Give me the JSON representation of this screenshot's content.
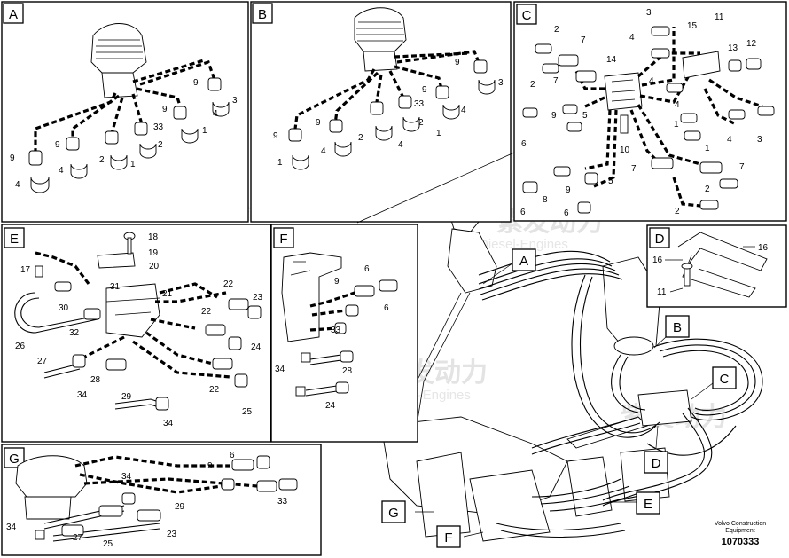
{
  "panels": {
    "A": {
      "tag": "A",
      "labels": [
        "9",
        "3",
        "9",
        "4",
        "33",
        "2",
        "1",
        "9",
        "9",
        "4",
        "2",
        "4",
        "1"
      ]
    },
    "B": {
      "tag": "B",
      "labels": [
        "9",
        "3",
        "9",
        "4",
        "33",
        "2",
        "1",
        "9",
        "9",
        "1",
        "4",
        "2",
        "4"
      ]
    },
    "C": {
      "tag": "C",
      "labels": [
        "3",
        "11",
        "2",
        "7",
        "4",
        "15",
        "13",
        "12",
        "14",
        "2",
        "7",
        "4",
        "9",
        "5",
        "6",
        "10",
        "4",
        "1",
        "4",
        "3",
        "1",
        "7",
        "5",
        "7",
        "8",
        "9",
        "2",
        "6",
        "6",
        "2"
      ]
    },
    "D": {
      "tag": "D",
      "labels": [
        "16",
        "16",
        "11"
      ]
    },
    "E": {
      "tag": "E",
      "labels": [
        "18",
        "19",
        "17",
        "20",
        "31",
        "21",
        "22",
        "23",
        "30",
        "22",
        "26",
        "32",
        "24",
        "27",
        "22",
        "34",
        "28",
        "29",
        "25",
        "34"
      ]
    },
    "F": {
      "tag": "F",
      "labels": [
        "6",
        "9",
        "6",
        "33",
        "34",
        "28",
        "24"
      ]
    },
    "G": {
      "tag": "G",
      "labels": [
        "6",
        "9",
        "34",
        "29",
        "33",
        "34",
        "27",
        "25",
        "23"
      ]
    }
  },
  "overview_tags": [
    "A",
    "B",
    "C",
    "D",
    "E",
    "F",
    "G"
  ],
  "watermark": {
    "cn": "紫发动力",
    "en": "Diesel-Engines"
  },
  "footer": {
    "brand": "Volvo Construction",
    "sub": "Equipment",
    "number": "1070333"
  }
}
